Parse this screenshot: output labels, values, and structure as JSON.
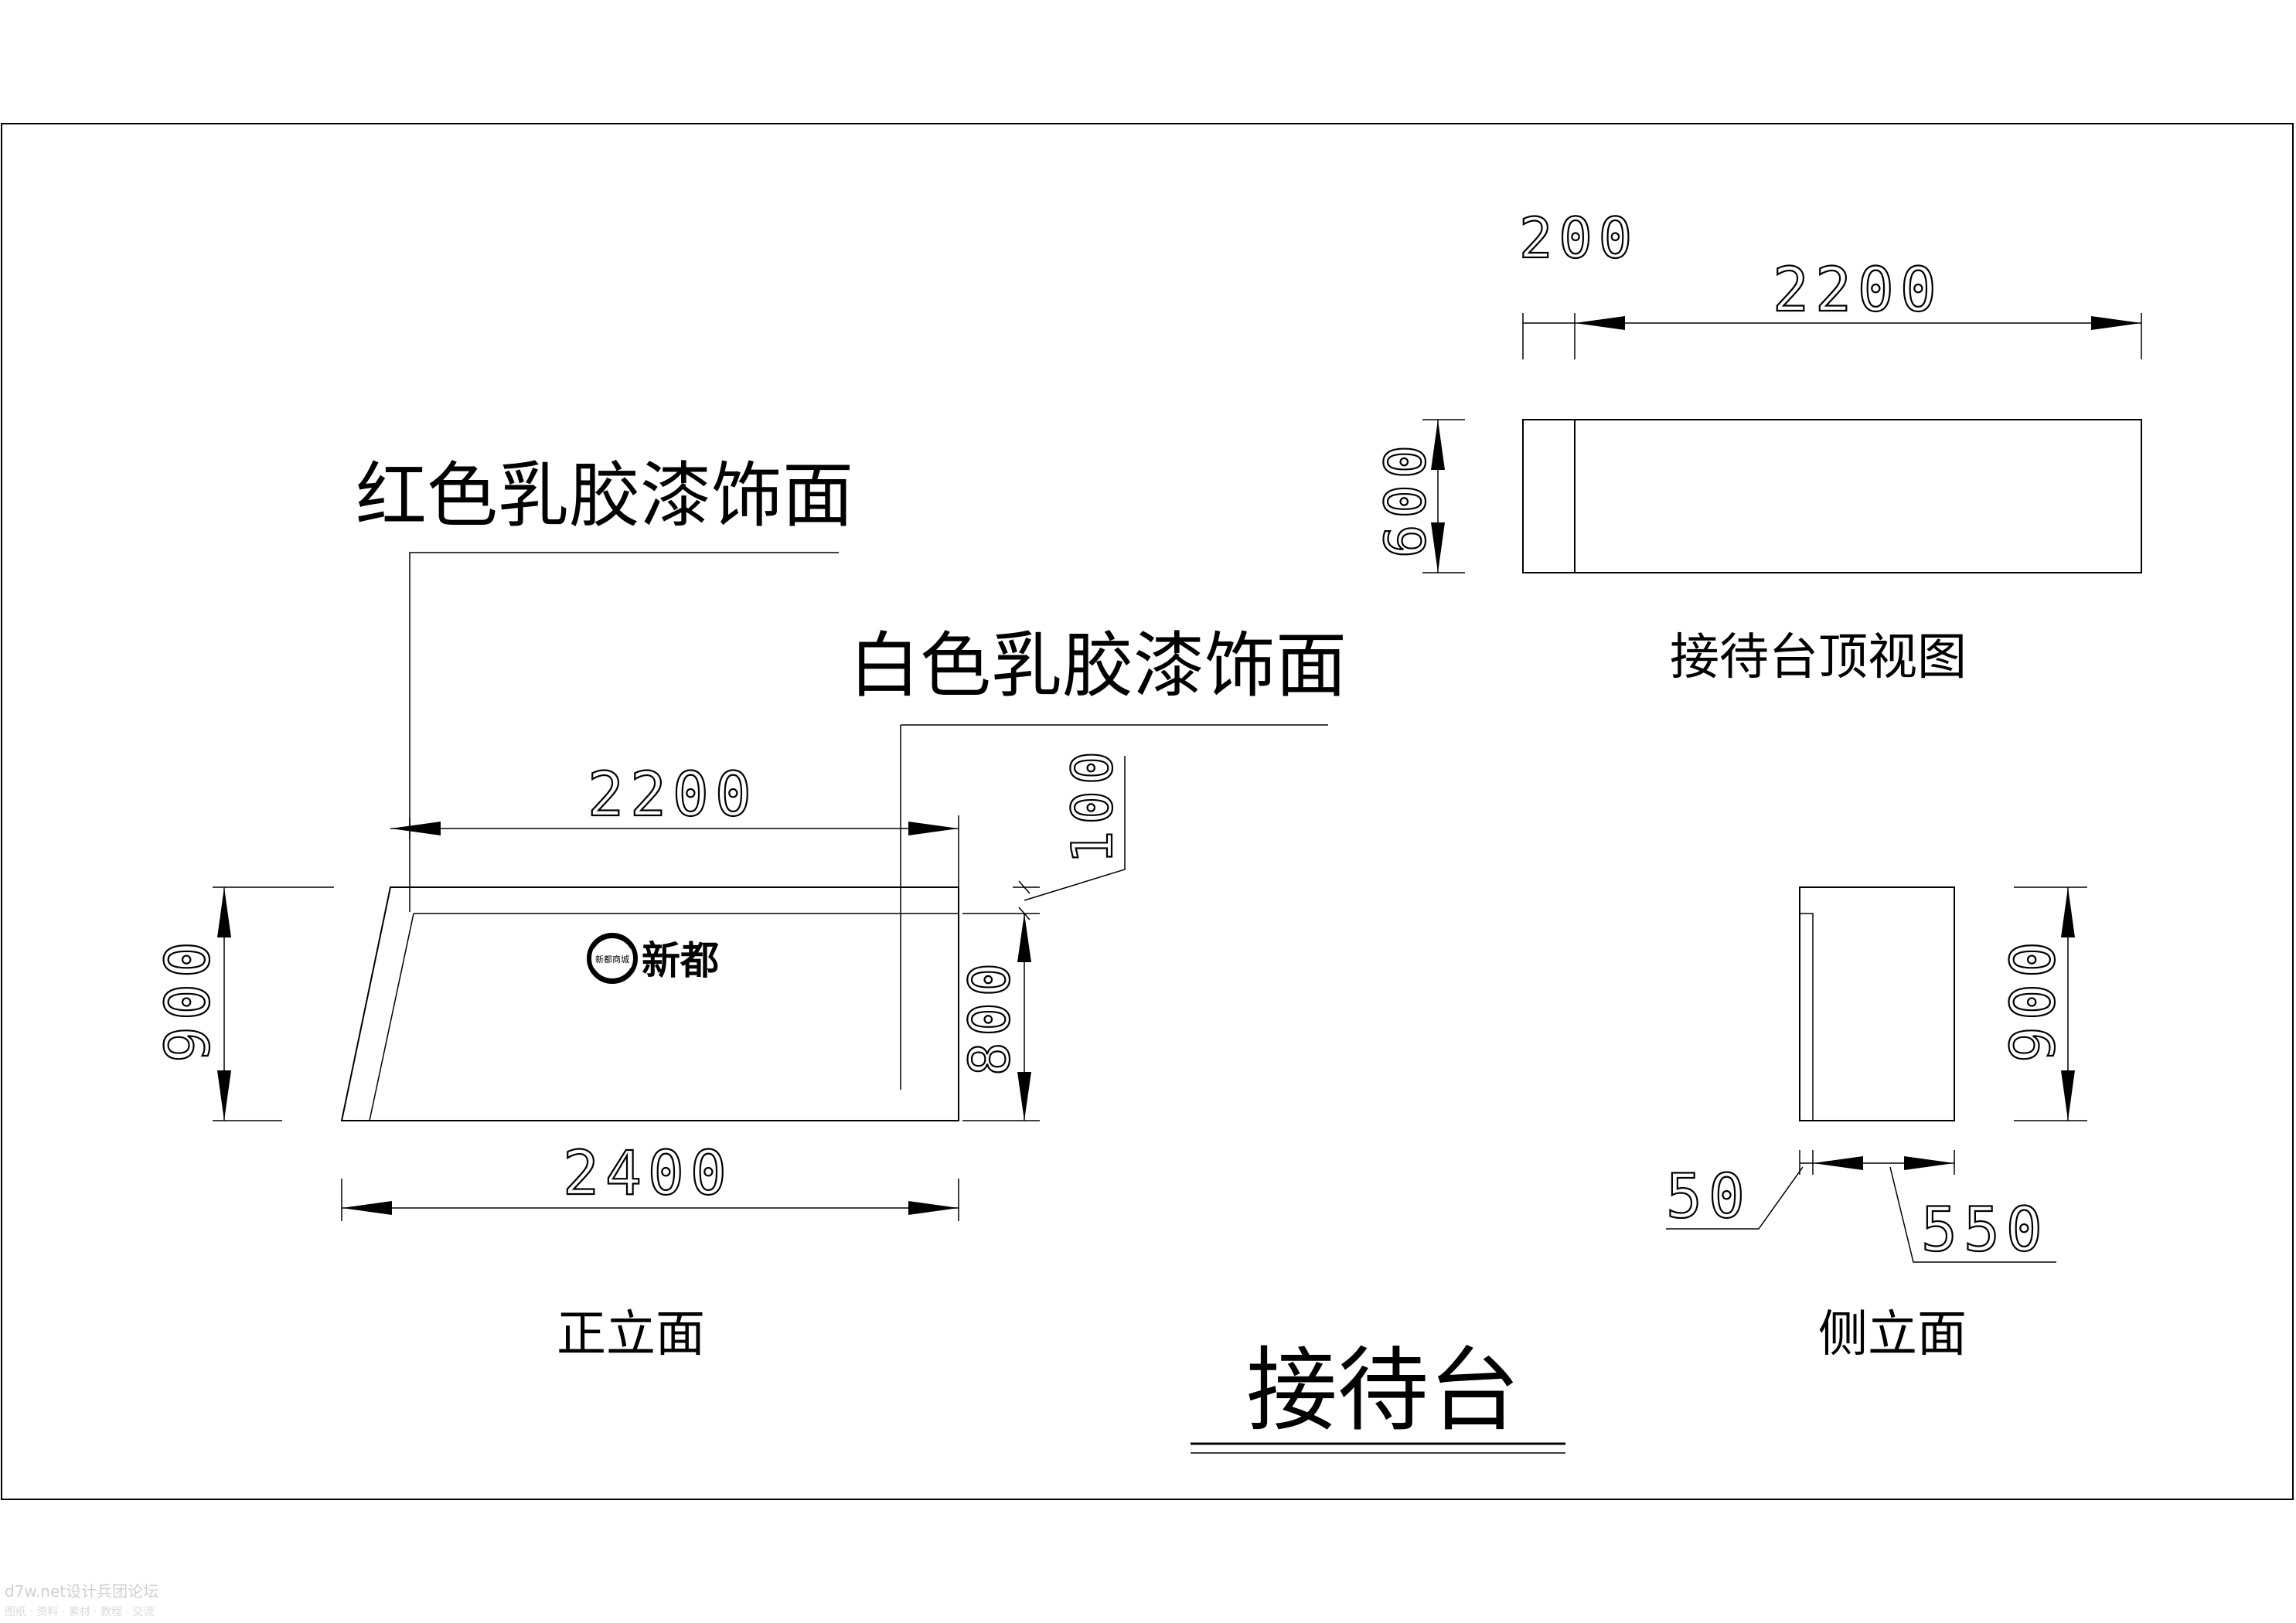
{
  "title": "接待台",
  "views": {
    "front": {
      "label": "正立面",
      "callout_red": "红色乳胶漆饰面",
      "callout_white": "白色乳胶漆饰面",
      "dim_top": "2200",
      "dim_bottom": "2400",
      "dim_height": "900",
      "dim_inner_height": "800",
      "dim_top_band": "100",
      "brand_name": "新都",
      "brand_logo_text": "新都商城"
    },
    "top": {
      "label": "接待台顶视图",
      "dim_width": "2200",
      "dim_edge": "200",
      "dim_depth": "600"
    },
    "side": {
      "label": "侧立面",
      "dim_height": "900",
      "dim_offset": "50",
      "dim_depth": "550"
    }
  },
  "watermark": {
    "line1": "d7w.net设计兵团论坛",
    "line2": "图纸 · 资料 · 素材 · 教程 · 交流"
  }
}
